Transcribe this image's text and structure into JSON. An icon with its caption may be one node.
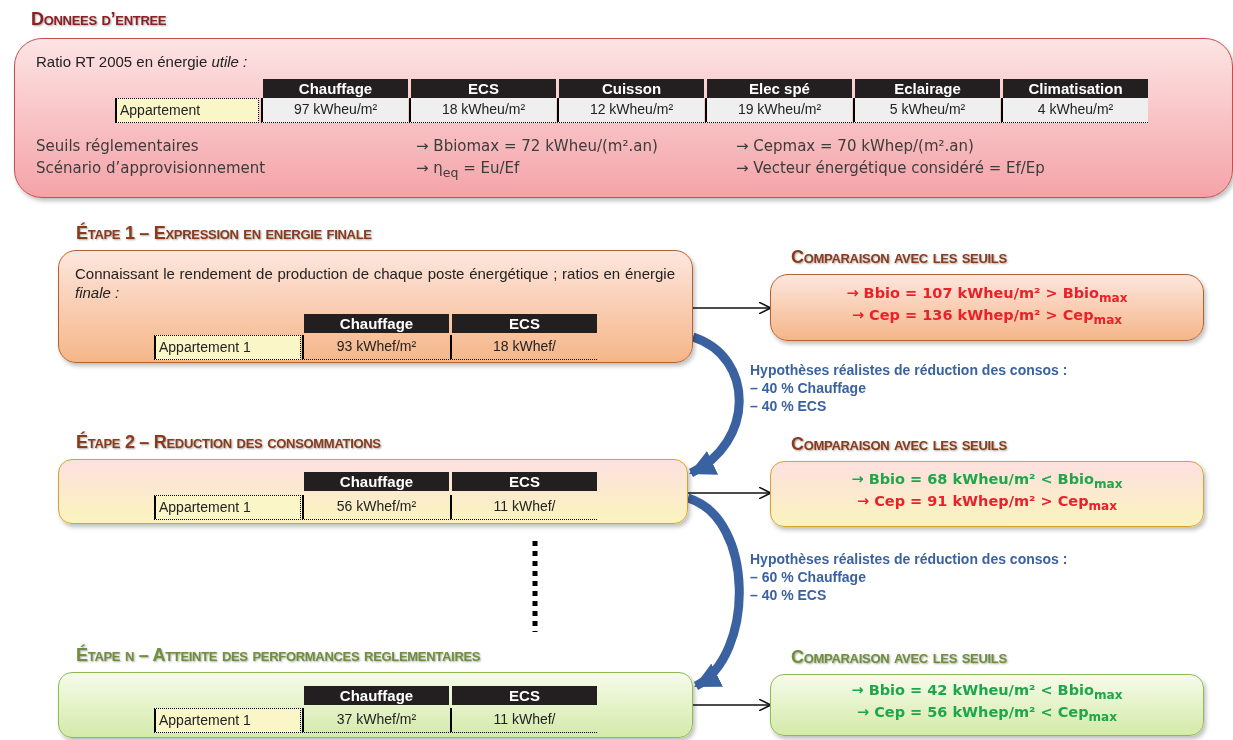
{
  "diagram": {
    "nodes": [
      {
        "text": [
          "Donnees d’entree",
          "Ratio RT 2005 en énergie *utile :*",
          "Chauffage",
          "ECS",
          "Cuisson",
          "Elec spé",
          "Eclairage",
          "Climatisation",
          "Appartement",
          "97 kWheu/m²",
          "18 kWheu/m²",
          "12 kWheu/m²",
          "19 kWheu/m²",
          "5 kWheu/m²",
          "4 kWheu/m²",
          "Seuils réglementaires",
          "→ Bbiomax = 72 kWheu/(m².an)",
          "→ Cepmax = 70 kWhep/(m².an)",
          "Scénario d’approvisionnement",
          "→ η$_{eq}$ = Eu/Ef",
          "→ Vecteur énergétique considéré = Ef/Ep"
        ]
      },
      {
        "text": [
          "Étape 1 – Expression en energie finale",
          "Connaissant le rendement de production de chaque poste énergétique ; ratios en énergie *finale :*",
          "Chauffage",
          "ECS",
          "Appartement 1",
          "93 kWhef/m²",
          "18 kWhef/"
        ]
      },
      {
        "text": [
          "Comparaison avec les seuils",
          "→ Bbio = 107 kWheu/m² > Bbio$_{max}$",
          "→ Cep = 136 kWhep/m² > Cep$_{max}$"
        ]
      },
      {
        "text": [
          "Étape 2 – Reduction des consommations",
          "Chauffage",
          "ECS",
          "Appartement 1",
          "56 kWhef/m²",
          "11 kWhef/"
        ]
      },
      {
        "text": [
          "Comparaison avec les seuils",
          "→ Bbio = 68 kWheu/m² < Bbio$_{max}$",
          "→ Cep = 91 kWhep/m² > Cep$_{max}$"
        ]
      },
      {
        "text": [
          "Étape n – Atteinte des performances reglementaires",
          "Chauffage",
          "ECS",
          "Appartement 1",
          "37 kWhef/m²",
          "11 kWhef/"
        ]
      },
      {
        "text": [
          "Comparaison avec les seuils",
          "→ Bbio = 42 kWheu/m² < Bbio$_{max}$",
          "→ Cep = 56 kWhep/m² < Cep$_{max}$"
        ]
      }
    ],
    "edges": [
      {
        "from": 1,
        "to": 2,
        "arrow": "to"
      },
      {
        "from": 1,
        "to": 3,
        "arrow": "to",
        "label": "Hypothèses réalistes de réduction des consos : – 40 % Chauffage – 40 % ECS",
        "style": "thick",
        "color": "#3a62a0"
      },
      {
        "from": 3,
        "to": 4,
        "arrow": "to"
      },
      {
        "from": 3,
        "to": 5,
        "arrow": "to",
        "label": "Hypothèses réalistes de réduction des consos : – 60 % Chauffage – 40 % ECS",
        "style": "thick",
        "color": "#3a62a0"
      },
      {
        "from": 5,
        "to": 6,
        "arrow": "to"
      }
    ]
  }
}
